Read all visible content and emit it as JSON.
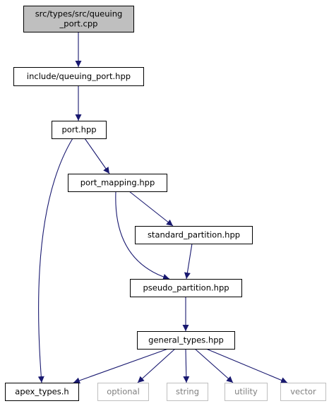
{
  "diagram": {
    "colors": {
      "edge": "#191970",
      "root_fill": "#bfbfbf",
      "node_fill": "#ffffff",
      "node_border": "#000000",
      "external_border": "#bfbfbf",
      "external_text": "#7f7f7f",
      "text": "#000000"
    },
    "nodes": [
      {
        "id": "queuing_port_cpp",
        "label_lines": [
          "src/types/src/queuing",
          "_port.cpp"
        ],
        "style": "root"
      },
      {
        "id": "queuing_port_hpp",
        "label_lines": [
          "include/queuing_port.hpp"
        ],
        "style": "normal"
      },
      {
        "id": "port_hpp",
        "label_lines": [
          "port.hpp"
        ],
        "style": "normal"
      },
      {
        "id": "port_mapping_hpp",
        "label_lines": [
          "port_mapping.hpp"
        ],
        "style": "normal"
      },
      {
        "id": "standard_partition_hpp",
        "label_lines": [
          "standard_partition.hpp"
        ],
        "style": "normal"
      },
      {
        "id": "pseudo_partition_hpp",
        "label_lines": [
          "pseudo_partition.hpp"
        ],
        "style": "normal"
      },
      {
        "id": "general_types_hpp",
        "label_lines": [
          "general_types.hpp"
        ],
        "style": "normal"
      },
      {
        "id": "apex_types_h",
        "label_lines": [
          "apex_types.h"
        ],
        "style": "normal"
      },
      {
        "id": "optional",
        "label_lines": [
          "optional"
        ],
        "style": "external"
      },
      {
        "id": "string",
        "label_lines": [
          "string"
        ],
        "style": "external"
      },
      {
        "id": "utility",
        "label_lines": [
          "utility"
        ],
        "style": "external"
      },
      {
        "id": "vector",
        "label_lines": [
          "vector"
        ],
        "style": "external"
      }
    ],
    "edges": [
      {
        "from": "queuing_port_cpp",
        "to": "queuing_port_hpp"
      },
      {
        "from": "queuing_port_hpp",
        "to": "port_hpp"
      },
      {
        "from": "port_hpp",
        "to": "port_mapping_hpp"
      },
      {
        "from": "port_hpp",
        "to": "apex_types_h"
      },
      {
        "from": "port_mapping_hpp",
        "to": "standard_partition_hpp"
      },
      {
        "from": "port_mapping_hpp",
        "to": "pseudo_partition_hpp"
      },
      {
        "from": "standard_partition_hpp",
        "to": "pseudo_partition_hpp"
      },
      {
        "from": "pseudo_partition_hpp",
        "to": "general_types_hpp"
      },
      {
        "from": "general_types_hpp",
        "to": "apex_types_h"
      },
      {
        "from": "general_types_hpp",
        "to": "optional"
      },
      {
        "from": "general_types_hpp",
        "to": "string"
      },
      {
        "from": "general_types_hpp",
        "to": "utility"
      },
      {
        "from": "general_types_hpp",
        "to": "vector"
      }
    ]
  }
}
